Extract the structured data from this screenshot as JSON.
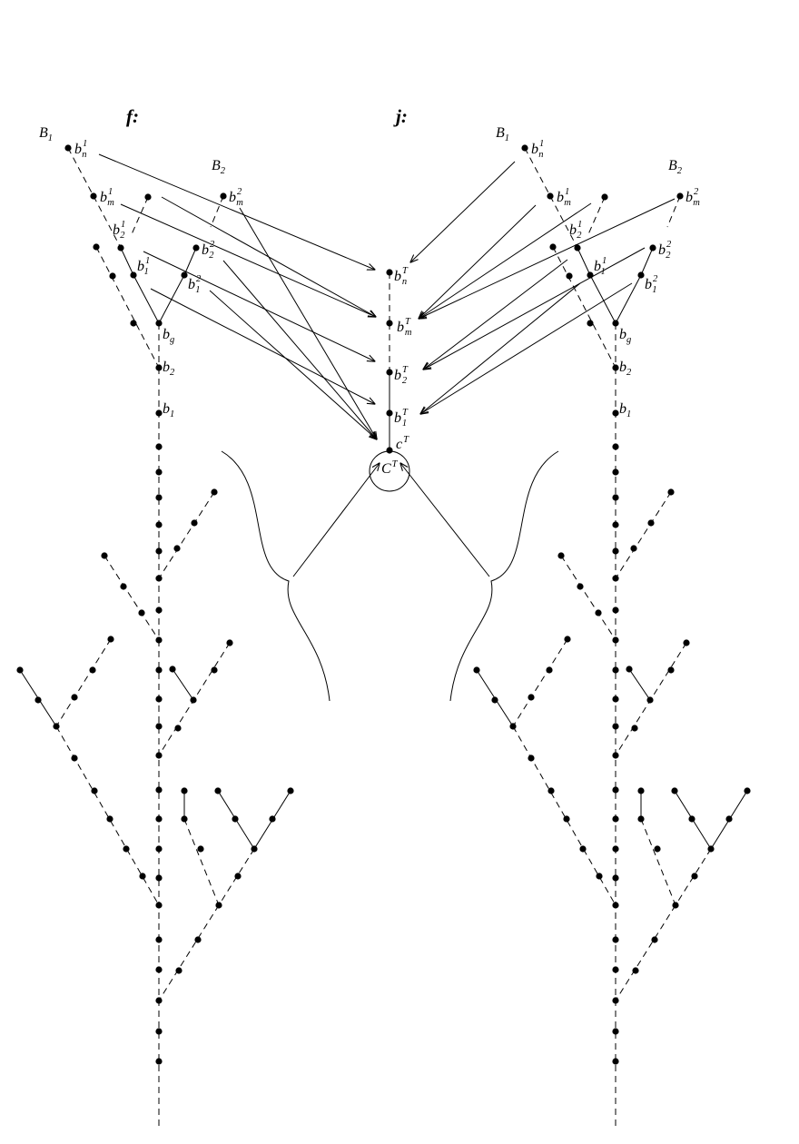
{
  "headings": {
    "left": "f:",
    "right": "j:"
  },
  "labels": {
    "B1": {
      "base": "B",
      "sub": "1",
      "sup": ""
    },
    "B2": {
      "base": "B",
      "sub": "2",
      "sup": ""
    },
    "bn1": {
      "base": "b",
      "sub": "n",
      "sup": "1"
    },
    "bm1": {
      "base": "b",
      "sub": "m",
      "sup": "1"
    },
    "b21": {
      "base": "b",
      "sub": "2",
      "sup": "1"
    },
    "b11": {
      "base": "b",
      "sub": "1",
      "sup": "1"
    },
    "bm2": {
      "base": "b",
      "sub": "m",
      "sup": "2"
    },
    "b22": {
      "base": "b",
      "sub": "2",
      "sup": "2"
    },
    "b12": {
      "base": "b",
      "sub": "1",
      "sup": "2"
    },
    "bg": {
      "base": "b",
      "sub": "g",
      "sup": ""
    },
    "b2": {
      "base": "b",
      "sub": "2",
      "sup": ""
    },
    "b1": {
      "base": "b",
      "sub": "1",
      "sup": ""
    },
    "bnT": {
      "base": "b",
      "sub": "n",
      "sup": "T"
    },
    "bmT": {
      "base": "b",
      "sub": "m",
      "sup": "T"
    },
    "b2T": {
      "base": "b",
      "sub": "2",
      "sup": "T"
    },
    "b1T": {
      "base": "b",
      "sub": "1",
      "sup": "T"
    },
    "cT": {
      "base": "c",
      "sub": "",
      "sup": "T"
    },
    "CT": {
      "base": "C",
      "sub": "",
      "sup": "T"
    }
  }
}
